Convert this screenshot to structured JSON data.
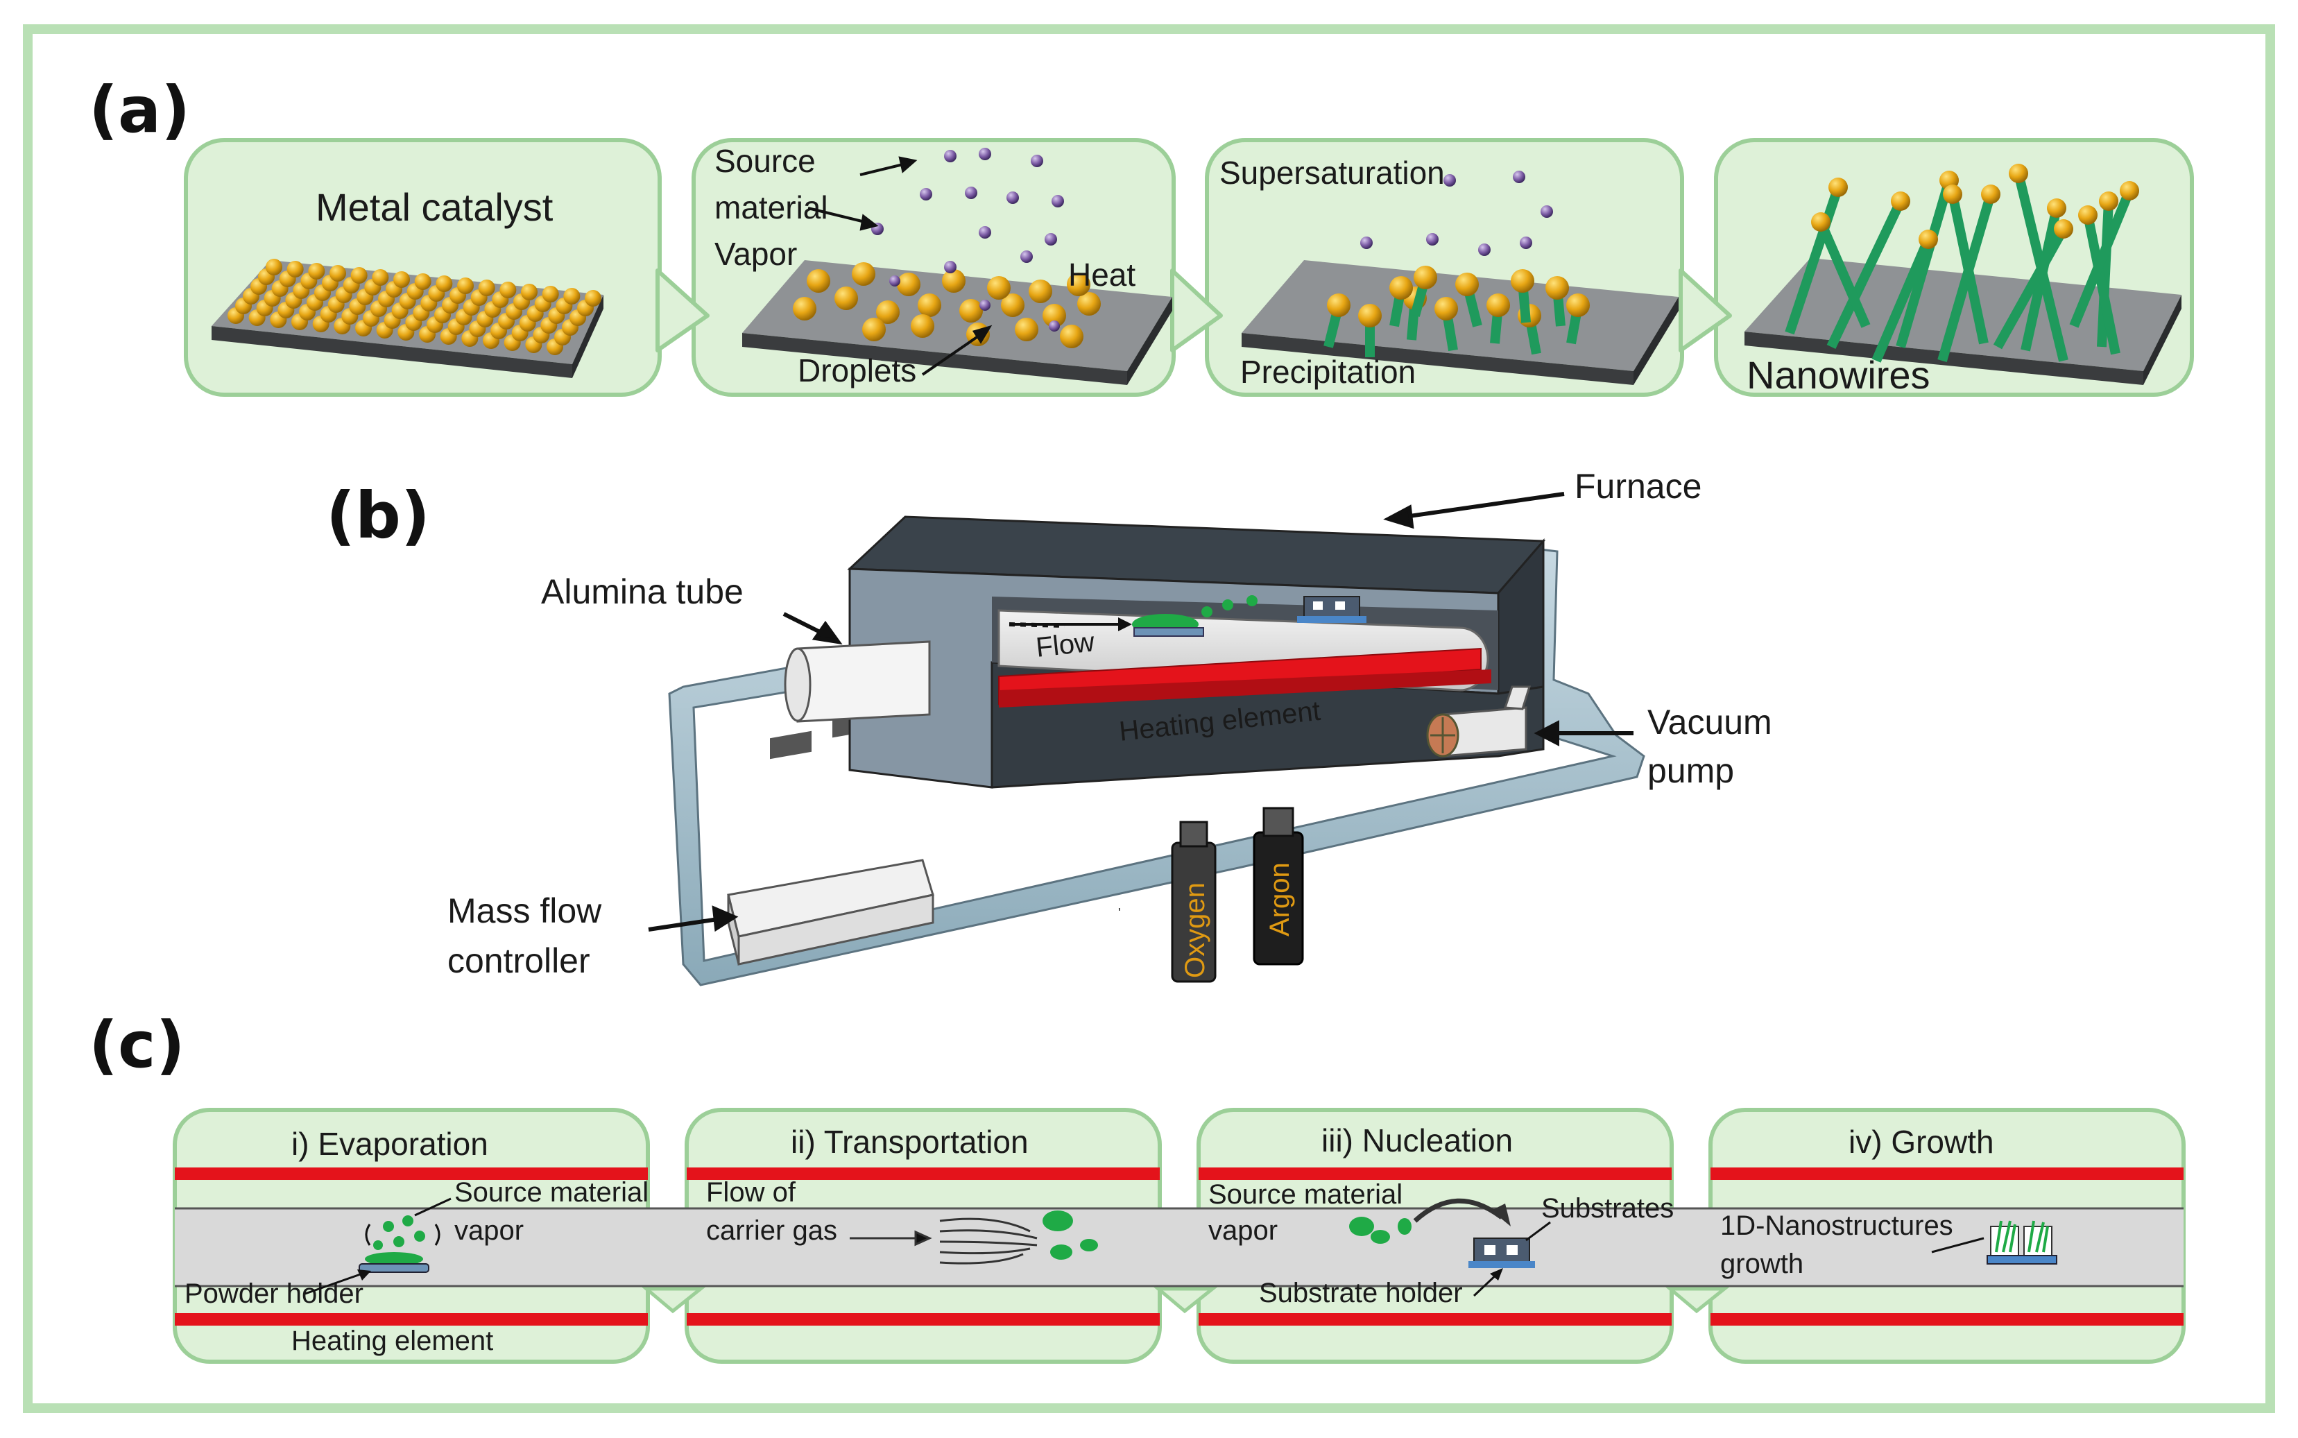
{
  "colors": {
    "frame": "#b9e0b5",
    "panel_fill": "#def1d8",
    "panel_border": "#9ccf98",
    "substrate": "#8f9295",
    "catalyst": "#e7a614",
    "vapor": "#7c5ca5",
    "nanowire": "#1f9a5c",
    "heater": "#e4131b",
    "tube": "#a7c2cf",
    "furnace": "#39434b",
    "cylinder_text": "#e09a12"
  },
  "panel_a": {
    "label": "(a)",
    "steps": [
      {
        "title": "Metal catalyst"
      },
      {
        "source": "Source",
        "material": "material",
        "vapor": "Vapor",
        "heat": "Heat",
        "droplets": "Droplets"
      },
      {
        "supersaturation": "Supersaturation",
        "precipitation": "Precipitation"
      },
      {
        "title": "Nanowires"
      }
    ]
  },
  "panel_b": {
    "label": "(b)",
    "furnace": "Furnace",
    "alumina_tube": "Alumina tube",
    "flow": "Flow",
    "heating_element": "Heating element",
    "vacuum": "Vacuum",
    "pump": "pump",
    "mass": "Mass flow",
    "controller": "controller",
    "oxygen": "Oxygen",
    "argon": "Argon"
  },
  "panel_c": {
    "label": "(c)",
    "evaporation": {
      "title": "i) Evaporation",
      "source": "Source material",
      "vapor": "vapor",
      "holder": "Powder holder",
      "heater": "Heating element"
    },
    "transportation": {
      "title": "ii) Transportation",
      "flow": "Flow of",
      "gas": "carrier gas"
    },
    "nucleation": {
      "title": "iii) Nucleation",
      "source": "Source material",
      "vapor": "vapor",
      "substrates": "Substrates",
      "holder": "Substrate holder"
    },
    "growth": {
      "title": "iv) Growth",
      "structures": "1D-Nanostructures",
      "growth": "growth"
    }
  }
}
